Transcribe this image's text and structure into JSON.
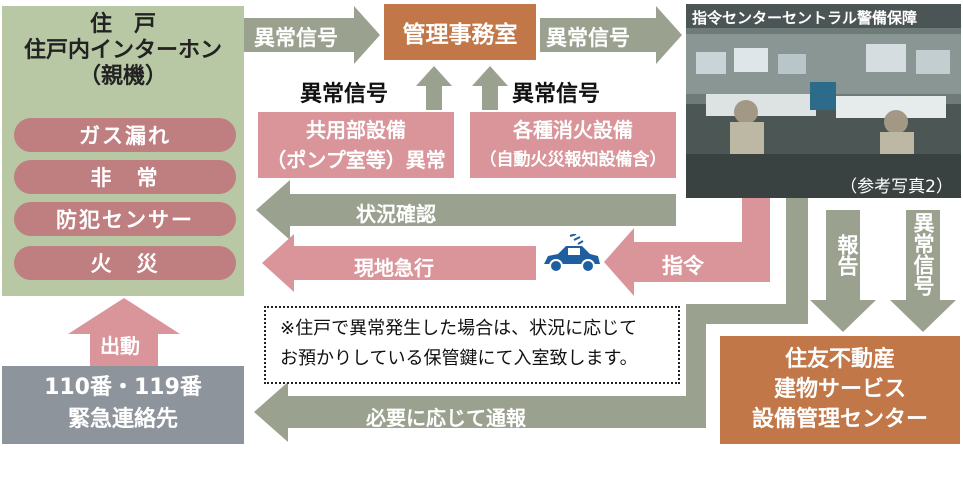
{
  "residence": {
    "title": "住　戸",
    "subtitle1": "住戸内インターホン",
    "subtitle2": "（親機）",
    "alarms": [
      "ガス漏れ",
      "非　常",
      "防犯センサー",
      "火　災"
    ]
  },
  "management_office": {
    "label": "管理事務室"
  },
  "arrow_labels": {
    "abnormal_signal_left": "異常信号",
    "abnormal_signal_right": "異常信号",
    "abnormal_signal_up_left": "異常信号",
    "abnormal_signal_up_right": "異常信号",
    "status_check": "状況確認",
    "rush_to_site": "現地急行",
    "command": "指令",
    "report": "報告",
    "abnormal_signal_down": "異常信号",
    "dispatch": "出動",
    "report_if_needed": "必要に応じて通報"
  },
  "shared_equipment": {
    "line1": "共用部設備",
    "line2": "（ポンプ室等）異常"
  },
  "fire_equipment": {
    "line1": "各種消火設備",
    "line2": "（自動火災報知設備含）"
  },
  "command_center": {
    "title": "指令センターセントラル警備保障",
    "photo_caption": "（参考写真2）"
  },
  "note": {
    "line1": "※住戸で異常発生した場合は、状況に応じて",
    "line2": "お預かりしている保管鍵にて入室致します。"
  },
  "emergency": {
    "line1": "110番・119番",
    "line2": "緊急連絡先"
  },
  "sumitomo": {
    "line1": "住友不動産",
    "line2": "建物サービス",
    "line3": "設備管理センター"
  },
  "colors": {
    "green": "#b8c8a4",
    "gray": "#9aa18f",
    "pink": "#d9959a",
    "brown": "#c27748",
    "red_pill": "#bf7e7f",
    "car": "#1f5fa0"
  }
}
